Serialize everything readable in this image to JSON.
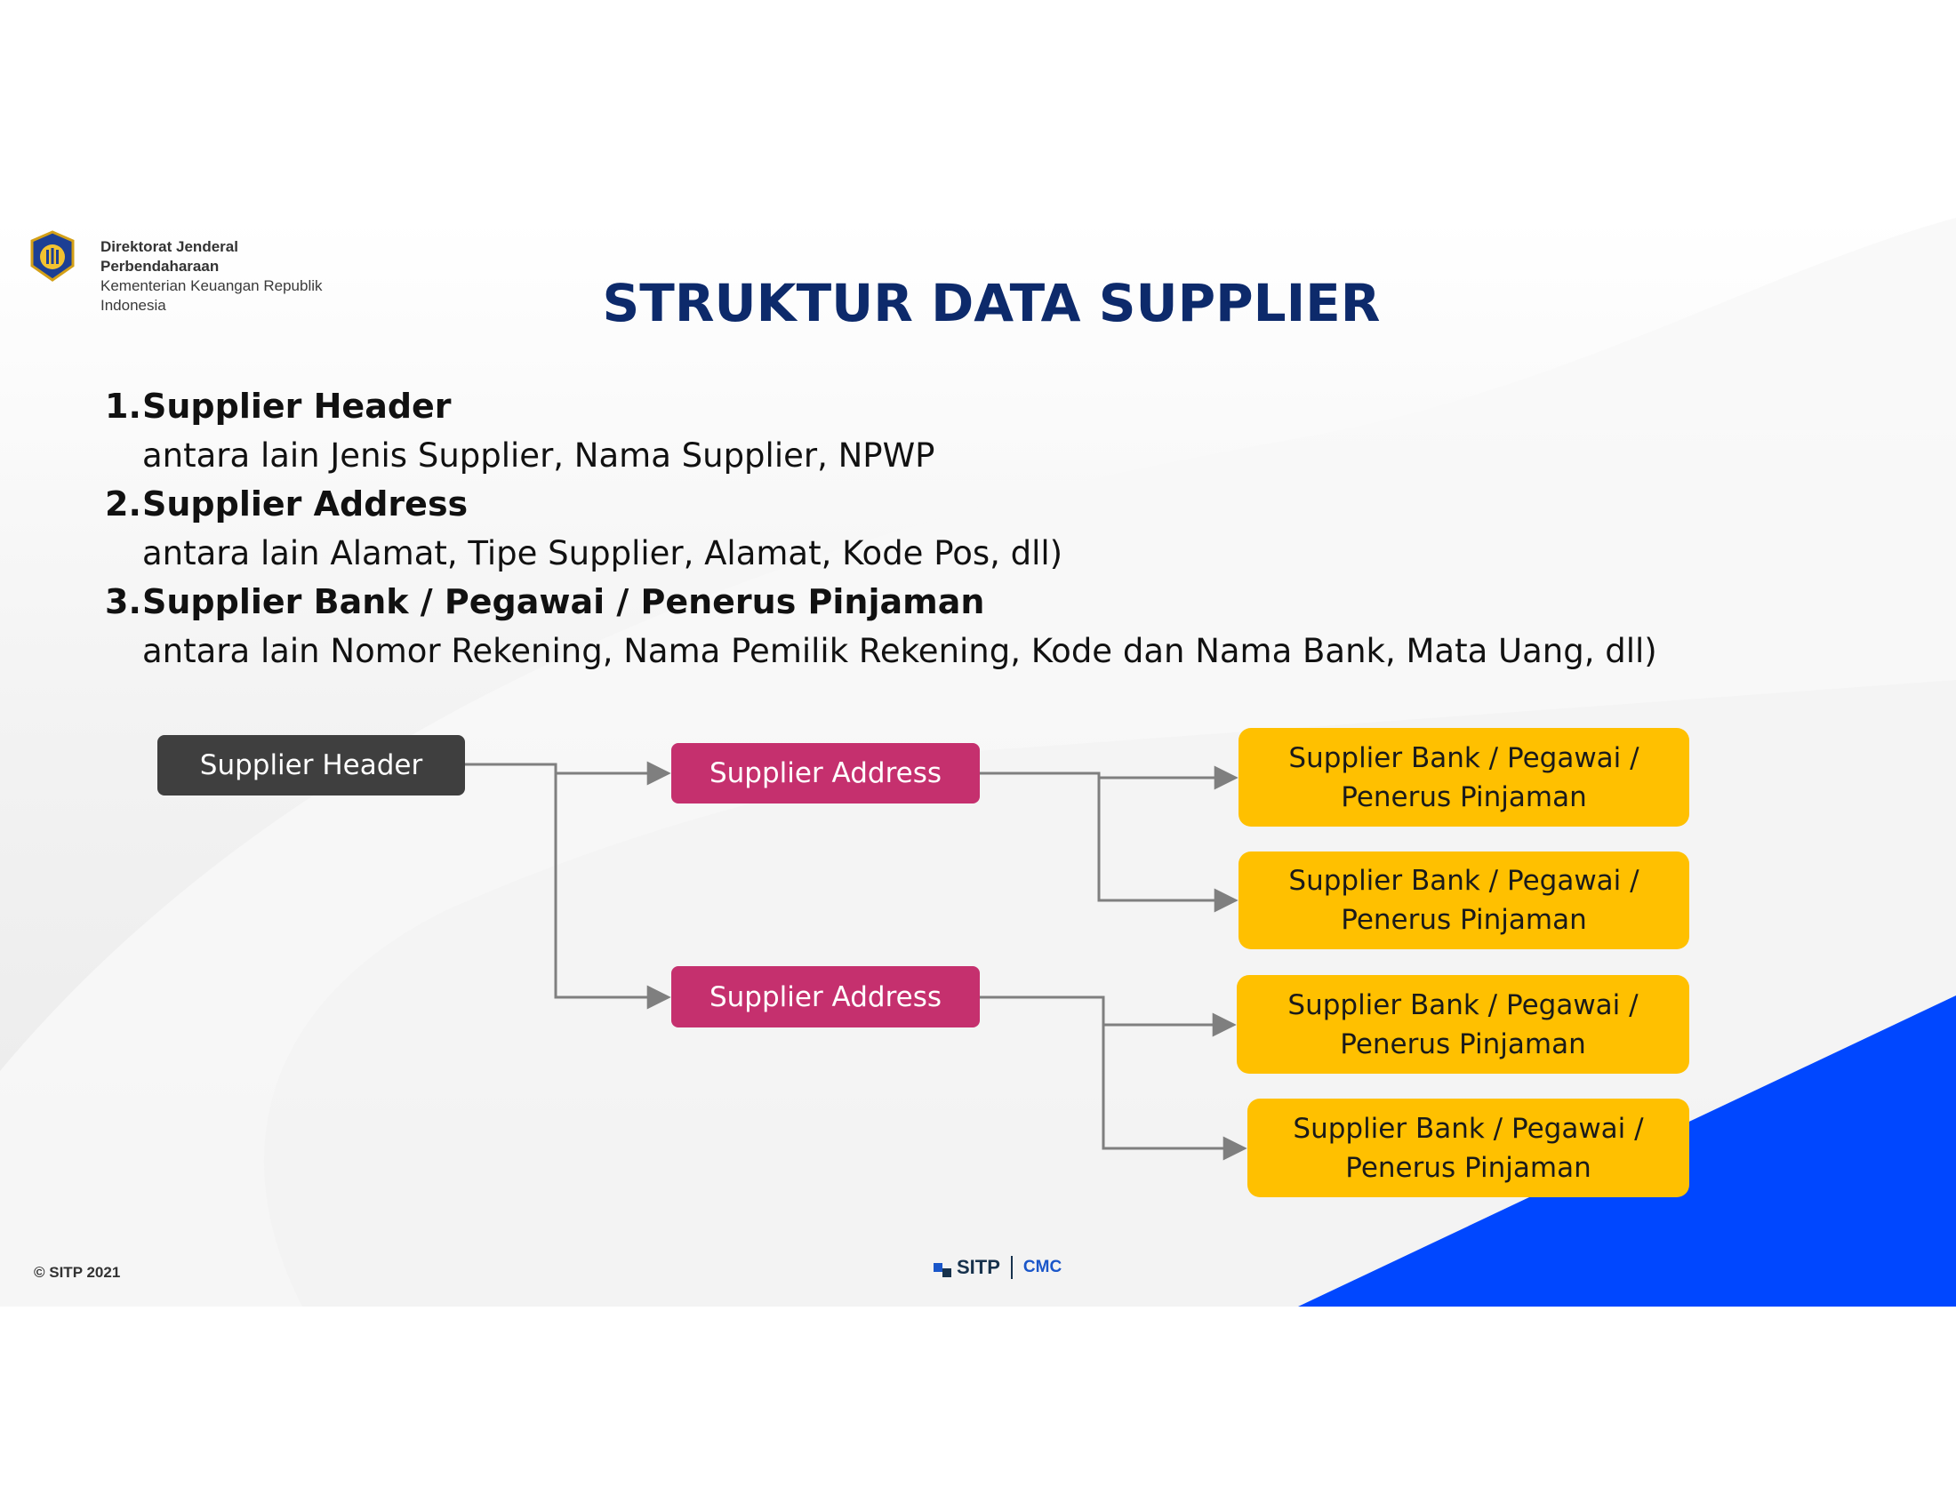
{
  "header": {
    "org_line1": "Direktorat Jenderal",
    "org_line2": "Perbendaharaan",
    "org_line3": "Kementerian Keuangan Republik",
    "org_line4": "Indonesia",
    "logo_icon": "ministry-emblem-icon"
  },
  "title": "STRUKTUR DATA SUPPLIER",
  "list": [
    {
      "num": "1.",
      "head": "Supplier Header",
      "desc": "antara lain Jenis Supplier, Nama Supplier, NPWP"
    },
    {
      "num": "2.",
      "head": "Supplier Address",
      "desc": "antara lain Alamat, Tipe Supplier, Alamat, Kode Pos, dll)"
    },
    {
      "num": "3.",
      "head": "Supplier Bank / Pegawai / Penerus Pinjaman",
      "desc": "antara lain Nomor Rekening, Nama Pemilik Rekening, Kode dan Nama Bank, Mata Uang, dll)"
    }
  ],
  "diagram": {
    "header_node": "Supplier Header",
    "address_nodes": [
      "Supplier Address",
      "Supplier Address"
    ],
    "bank_nodes": [
      {
        "line1": "Supplier Bank / Pegawai /",
        "line2": "Penerus Pinjaman"
      },
      {
        "line1": "Supplier Bank / Pegawai /",
        "line2": "Penerus Pinjaman"
      },
      {
        "line1": "Supplier Bank / Pegawai /",
        "line2": "Penerus Pinjaman"
      },
      {
        "line1": "Supplier Bank / Pegawai /",
        "line2": "Penerus Pinjaman"
      }
    ],
    "colors": {
      "header": "#3f3f3f",
      "address": "#c5306e",
      "bank": "#ffc000",
      "connector": "#7f7f7f"
    }
  },
  "footer": {
    "copyright": "© SITP 2021",
    "brand_sitp": "SITP",
    "brand_cmc": "CMC"
  },
  "colors": {
    "title": "#0d2a6b",
    "accent_blue": "#0047ff"
  }
}
